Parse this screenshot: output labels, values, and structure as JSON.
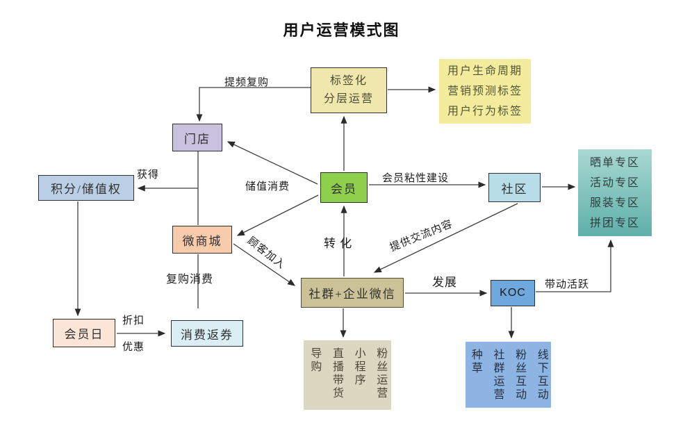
{
  "title": "用户运营模式图",
  "colors": {
    "tag_box": "#efe7ae",
    "lifecycle_box": "#f3ec9c",
    "store_box": "#c9c2df",
    "points_box": "#bacee6",
    "member_box": "#8ed04c",
    "community_box": "#b7dde9",
    "zones_box_top": "#a9d8d2",
    "zones_box_bottom": "#5fafa9",
    "wechat_mall_box": "#f9cbad",
    "group_wechat_box": "#cbc298",
    "koc_box": "#6fa8dc",
    "member_day_box": "#fbe5d6",
    "coupon_box": "#daeef4",
    "guide_box": "#dcd7c1",
    "seed_box": "#8db4e2",
    "line": "#3e3e3e"
  },
  "nodes": {
    "tag": {
      "lines": [
        "标签化",
        "分层运营"
      ]
    },
    "lifecycle": {
      "lines": [
        "用户生命周期",
        "营销预测标签",
        "用户行为标签"
      ]
    },
    "store": {
      "label": "门店"
    },
    "points": {
      "label": "积分/储值权"
    },
    "member": {
      "label": "会员"
    },
    "community": {
      "label": "社区"
    },
    "zones": {
      "lines": [
        "晒单专区",
        "活动专区",
        "服装专区",
        "拼团专区"
      ]
    },
    "wechat_mall": {
      "label": "微商城"
    },
    "group_wechat": {
      "label": "社群+企业微信"
    },
    "koc": {
      "label": "KOC"
    },
    "member_day": {
      "label": "会员日"
    },
    "coupon": {
      "label": "消费返券"
    },
    "guide": {
      "items": [
        "导购",
        "直播带货",
        "小程序",
        "粉丝运营"
      ]
    },
    "seed": {
      "items": [
        "种草",
        "社群运营",
        "粉丝互动",
        "线下互动"
      ]
    }
  },
  "edge_labels": {
    "repeat_purchase": "提频复购",
    "obtain": "获得",
    "stored_value_consume": "储值消费",
    "stickiness": "会员粘性建设",
    "convert": "转  化",
    "provide_content": "提供交流内容",
    "customer_join": "顾客加入",
    "develop": "发展",
    "drive_activity": "带动活跃",
    "rebuy_consume": "复购消费",
    "discount": "折扣",
    "benefit": "优惠"
  }
}
